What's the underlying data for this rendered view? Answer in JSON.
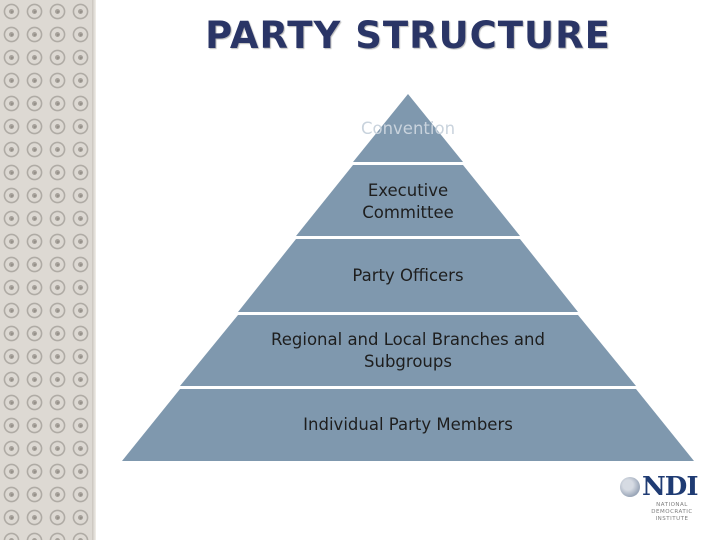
{
  "slide": {
    "title": "PARTY STRUCTURE"
  },
  "pyramid": {
    "tiers": [
      {
        "label": "Convention"
      },
      {
        "label": "Executive\nCommittee"
      },
      {
        "label": "Party Officers"
      },
      {
        "label": "Regional and Local Branches and Subgroups"
      },
      {
        "label": "Individual Party Members"
      }
    ],
    "colors": {
      "tier_fill": "#7f98ae",
      "title": "#2a3566"
    }
  },
  "logo": {
    "mark": "NDI",
    "subtitle": "NATIONAL DEMOCRATIC INSTITUTE"
  }
}
